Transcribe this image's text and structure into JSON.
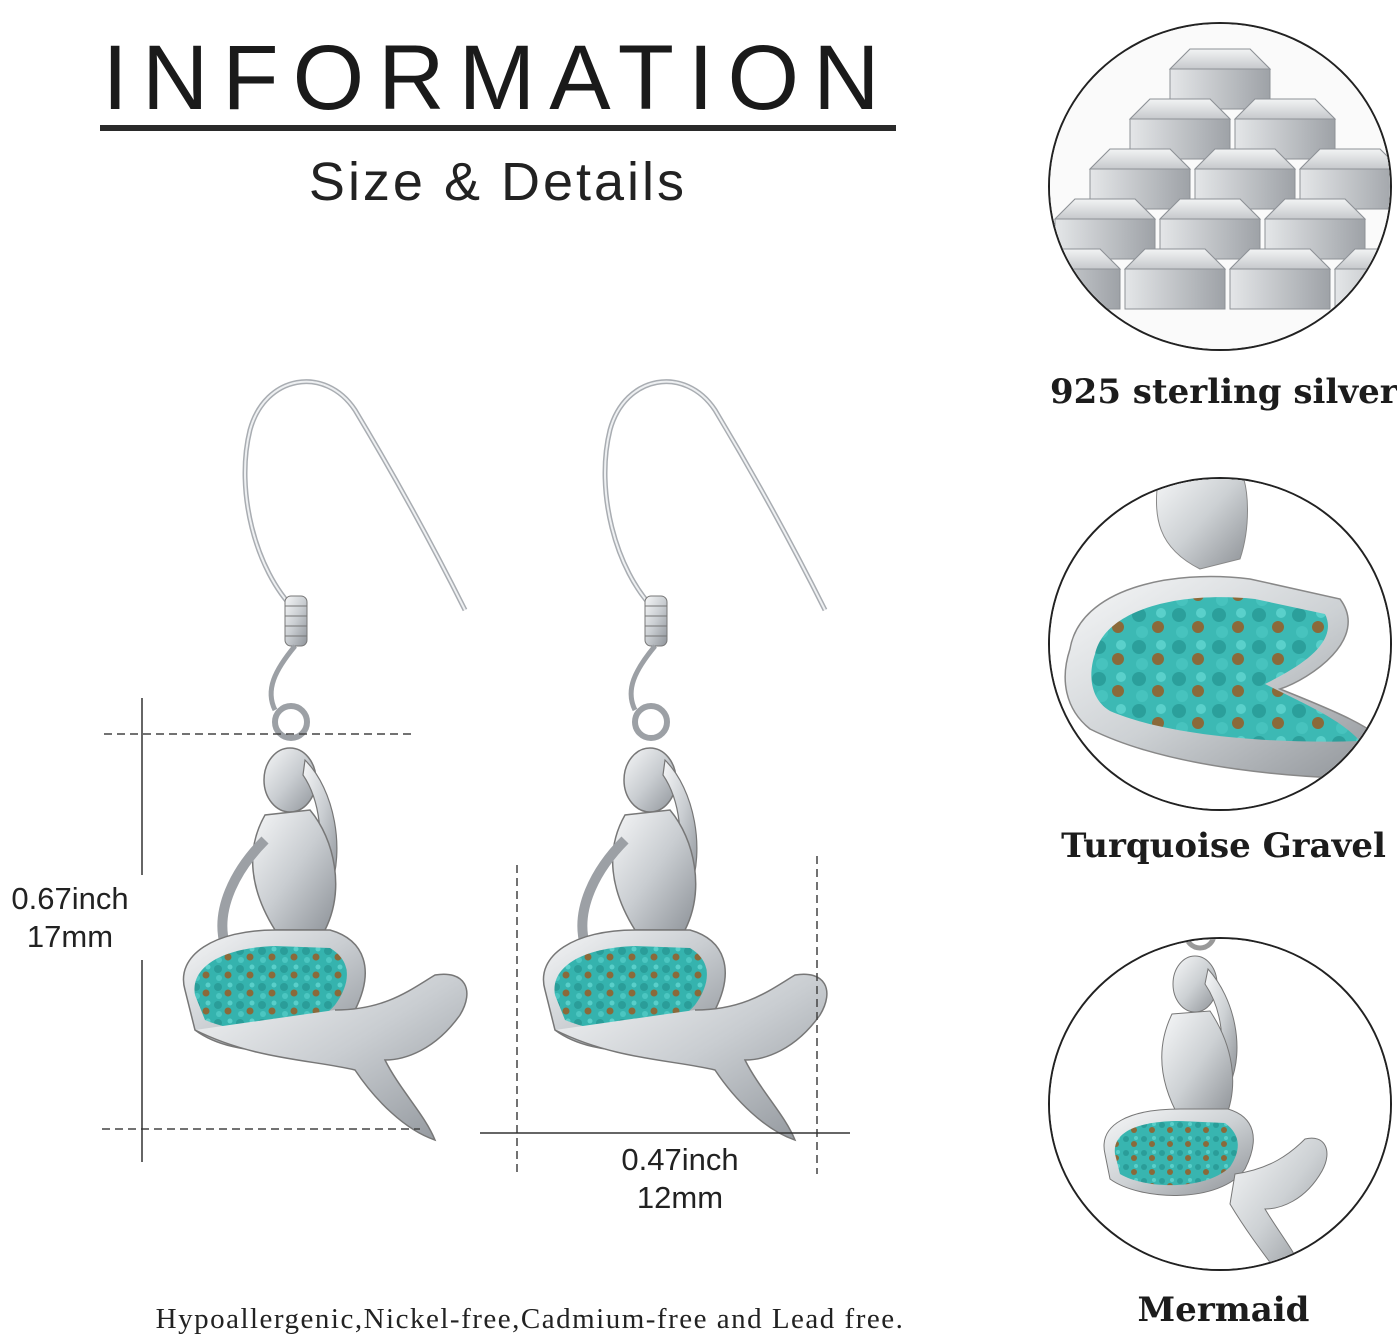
{
  "header": {
    "title": "INFORMATION",
    "subtitle": "Size & Details"
  },
  "dimensions": {
    "height_inch": "0.67inch",
    "height_mm": "17mm",
    "width_inch": "0.47inch",
    "width_mm": "12mm"
  },
  "features": [
    {
      "label": "925 sterling silver",
      "icon": "silver-bars-image"
    },
    {
      "label": "Turquoise Gravel",
      "icon": "turquoise-closeup-image"
    },
    {
      "label": "Mermaid",
      "icon": "mermaid-pendant-image"
    }
  ],
  "footer": {
    "text": "Hypoallergenic,Nickel-free,Cadmium-free and Lead free."
  },
  "colors": {
    "silver": "#d9dcdf",
    "silver_dark": "#8e9297",
    "turquoise": "#3ab8b4",
    "turquoise_dark": "#1f8f8c",
    "bronze": "#8a6a3a",
    "text": "#222222"
  }
}
